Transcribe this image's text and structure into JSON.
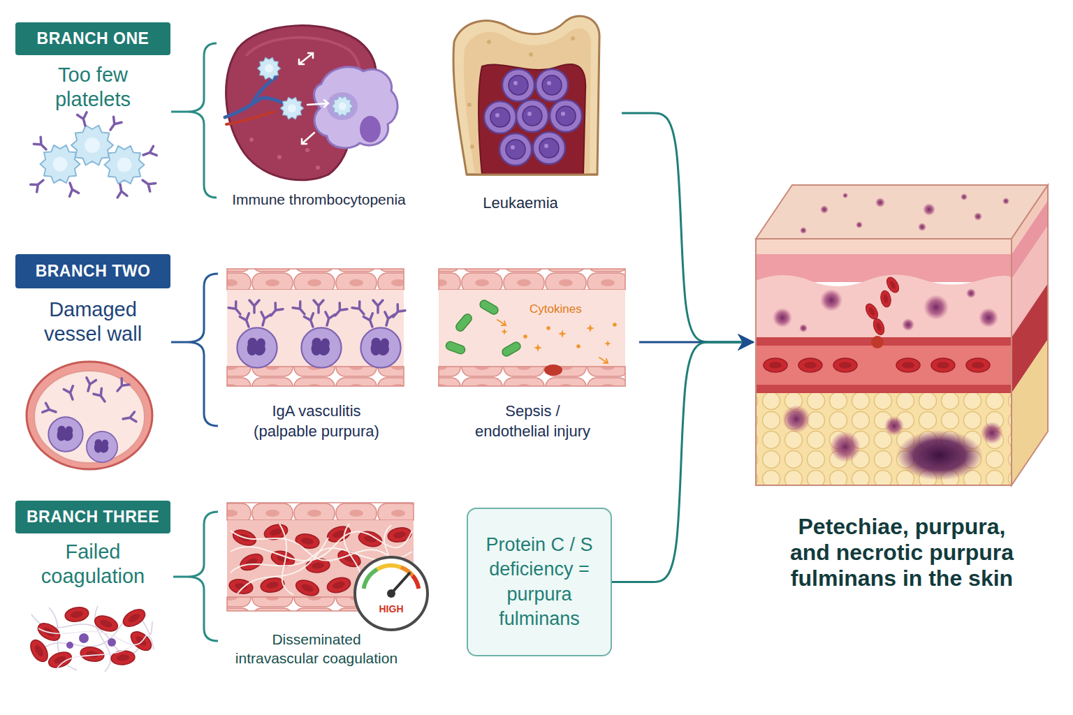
{
  "diagram": {
    "nodes": [
      {
        "text": [
          "BRANCH ONE",
          "Too few platelets"
        ]
      },
      {
        "text": [
          "Immune thrombocytopenia"
        ]
      },
      {
        "text": [
          "Leukaemia"
        ]
      },
      {
        "text": [
          "BRANCH TWO",
          "Damaged vessel wall"
        ]
      },
      {
        "text": [
          "IgA vasculitis (palpable purpura)"
        ]
      },
      {
        "text": [
          "Sepsis / endothelial injury"
        ]
      },
      {
        "text": [
          "BRANCH THREE",
          "Failed coagulation"
        ]
      },
      {
        "text": [
          "Disseminated intravascular coagulation"
        ]
      },
      {
        "text": [
          "Protein C / S deficiency = purpura fulminans"
        ]
      },
      {
        "text": [
          "Petechiae, purpura, and necrotic purpura fulminans in the skin"
        ]
      }
    ],
    "edges": [
      {
        "from": 2,
        "to": 9,
        "arrow": "to"
      },
      {
        "from": 5,
        "to": 9,
        "arrow": "to"
      },
      {
        "from": 8,
        "to": 9,
        "arrow": "to"
      }
    ],
    "labels": [
      "Cytokines",
      "HIGH"
    ]
  }
}
